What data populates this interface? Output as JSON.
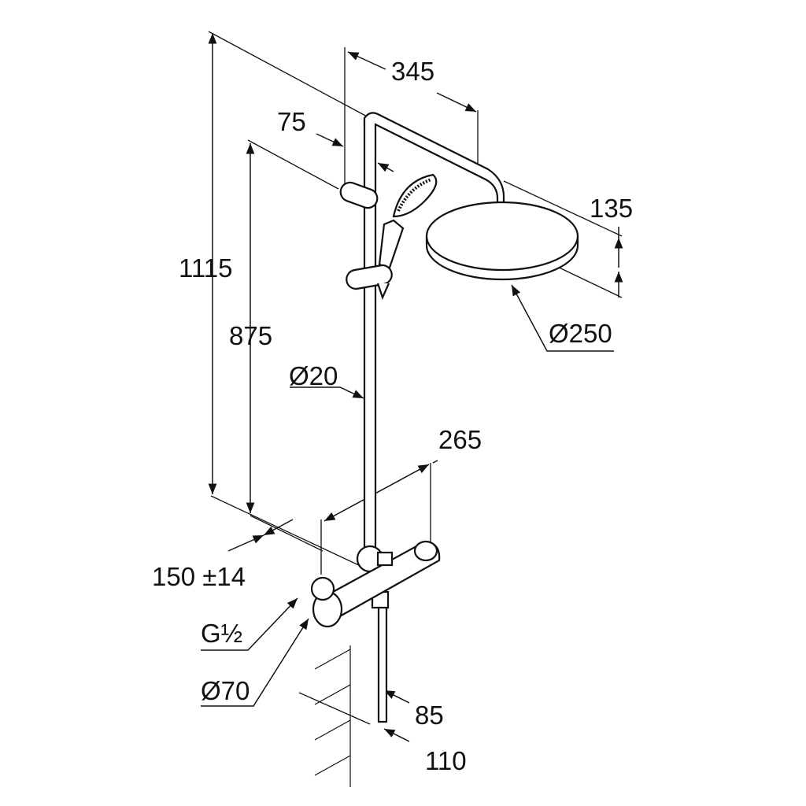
{
  "dimensions": {
    "arm_reach": "345",
    "handshower_offset": "75",
    "head_height": "135",
    "head_diameter": "Ø250",
    "total_height": "1115",
    "rail_height": "875",
    "rail_diameter": "Ø20",
    "mixer_width": "265",
    "connection_spacing": "150 ±14",
    "thread": "G½",
    "mixer_diameter": "Ø70",
    "depth_85": "85",
    "depth_110": "110"
  },
  "colors": {
    "line": "#111111",
    "background": "#ffffff"
  }
}
